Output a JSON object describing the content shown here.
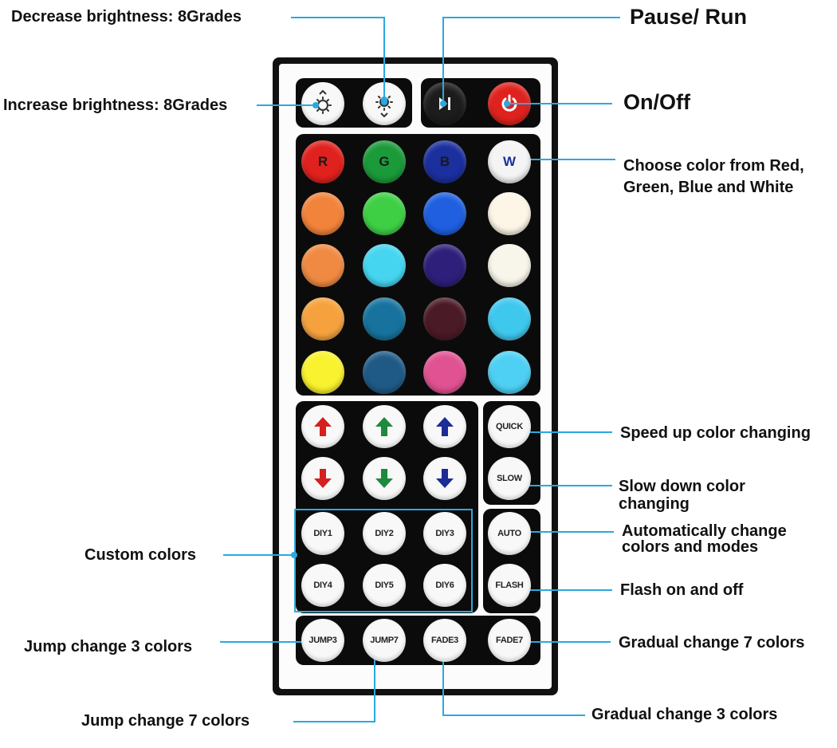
{
  "labels": {
    "decrease_brightness": "Decrease brightness: 8Grades",
    "increase_brightness": "Increase brightness: 8Grades",
    "pause_run": "Pause/ Run",
    "on_off": "On/Off",
    "choose_color": "Choose color from Red, Green, Blue and White",
    "speed_up": "Speed up color changing",
    "slow_down": "Slow down color changing",
    "auto_change": "Automatically change colors and modes",
    "flash": "Flash on and off",
    "custom_colors": "Custom colors",
    "jump3": "Jump change 3 colors",
    "gradual7": "Gradual change 7 colors",
    "jump7": "Jump change 7 colors",
    "gradual3": "Gradual change 3 colors"
  },
  "buttons": {
    "rgbw_letters": [
      "R",
      "G",
      "B",
      "W"
    ],
    "mode_right": [
      "QUICK",
      "SLOW",
      "AUTO",
      "FLASH"
    ],
    "diy": [
      "DIY1",
      "DIY2",
      "DIY3",
      "DIY4",
      "DIY5",
      "DIY6"
    ],
    "bottom_row": [
      "JUMP3",
      "JUMP7",
      "FADE3",
      "FADE7"
    ]
  },
  "colors": {
    "color_grid": [
      [
        "#e0211d",
        "#1b9a3a",
        "#1b2f9e",
        "#f4f4f4"
      ],
      [
        "#f2833a",
        "#3ecf45",
        "#1f5fe0",
        "#fdf6e6"
      ],
      [
        "#f08a42",
        "#45d5f0",
        "#2d1f7a",
        "#f8f5ea"
      ],
      [
        "#f5a23e",
        "#17739e",
        "#4a1a26",
        "#3fc8ee"
      ],
      [
        "#f9f22e",
        "#1f5a86",
        "#e05292",
        "#4dd0f4"
      ]
    ],
    "arrow_up": [
      "#d42020",
      "#1d8a3e",
      "#1b2c96"
    ],
    "arrow_down": [
      "#d42020",
      "#1d8a3e",
      "#1b2c96"
    ],
    "power_button": "#e0221e",
    "callout_line": "#2aa9e0"
  }
}
